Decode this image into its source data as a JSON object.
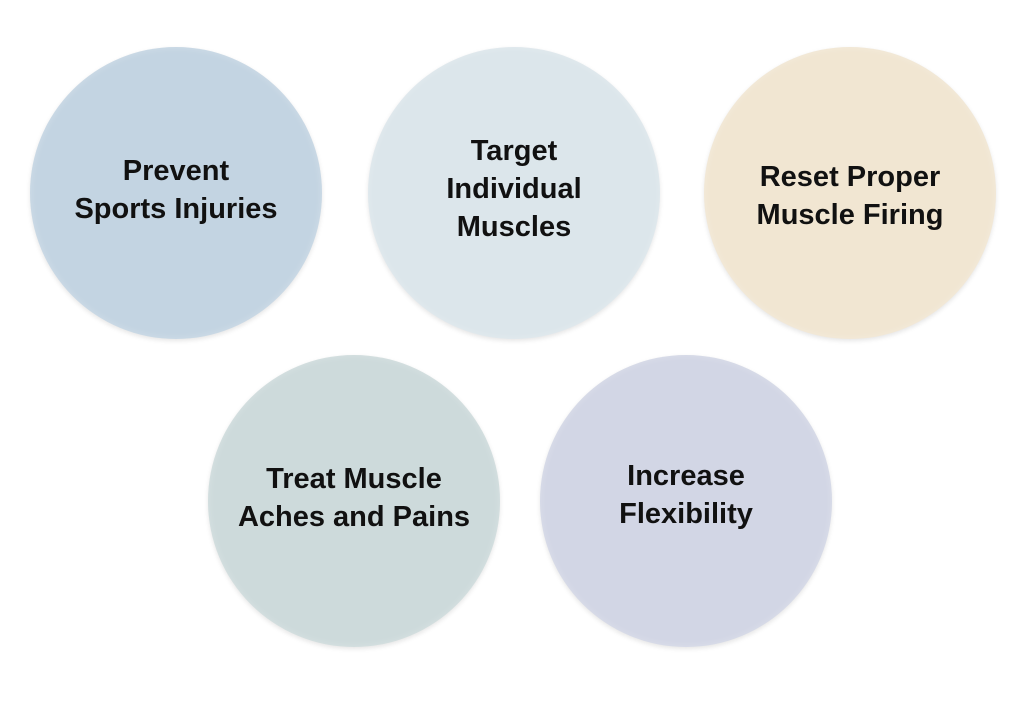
{
  "circles": [
    {
      "label": "Prevent\nSports Injuries",
      "color": "#c3d4e2"
    },
    {
      "label": "Target\nIndividual\nMuscles",
      "color": "#dce6eb"
    },
    {
      "label": "Reset Proper\nMuscle Firing",
      "color": "#f1e6d2"
    },
    {
      "label": "Treat Muscle\nAches and Pains",
      "color": "#cddadb"
    },
    {
      "label": "Increase\nFlexibility",
      "color": "#d2d6e5"
    }
  ]
}
